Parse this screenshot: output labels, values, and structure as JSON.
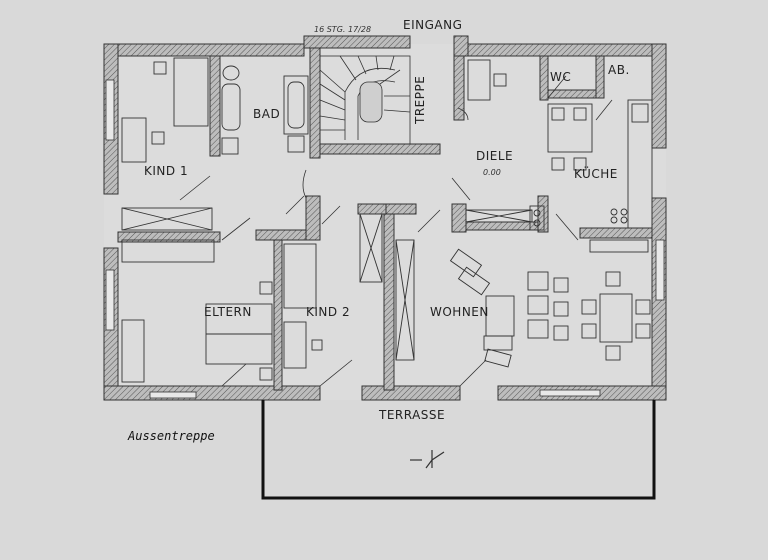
{
  "rooms": {
    "kind1": "KIND 1",
    "bad": "BAD",
    "treppe": "TREPPE",
    "eingang": "EINGANG",
    "wc": "WC",
    "ab": "AB.",
    "diele": "DIELE",
    "diele_level": "0.00",
    "kueche": "KÜCHE",
    "eltern": "ELTERN",
    "kind2": "KIND 2",
    "wohnen": "WOHNEN",
    "terrasse": "TERRASSE"
  },
  "stair_note": "16 STG. 17/28",
  "outside_note": "Aussentreppe"
}
